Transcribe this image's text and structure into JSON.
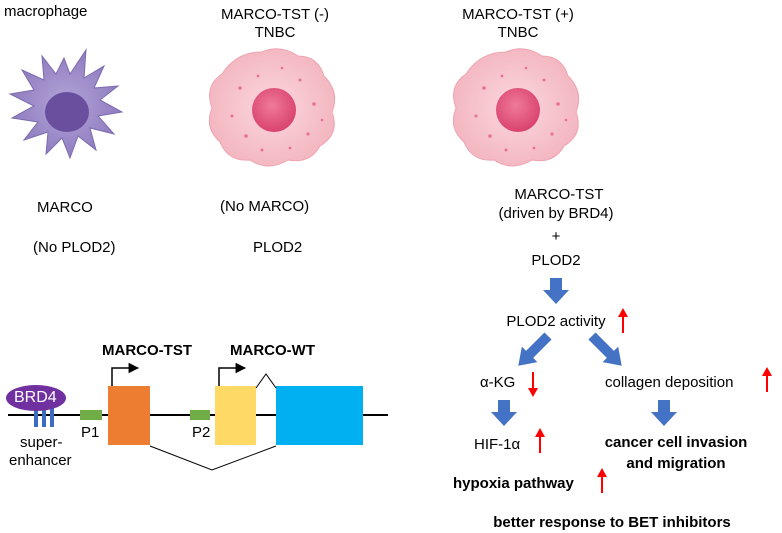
{
  "cells": {
    "macrophage": {
      "title": "macrophage"
    },
    "negative": {
      "title_line1": "MARCO-TST (-)",
      "title_line2": "TNBC"
    },
    "positive": {
      "title_line1": "MARCO-TST (+)",
      "title_line2": "TNBC"
    }
  },
  "labels": {
    "marco": "MARCO",
    "no_plod2": "(No PLOD2)",
    "no_marco": "(No MARCO)",
    "plod2": "PLOD2"
  },
  "pathway": {
    "tst_line1": "MARCO-TST",
    "tst_line2": "(driven by BRD4)",
    "plus": "+",
    "plod2": "PLOD2",
    "plod2_activity": "PLOD2 activity",
    "akg": "α-KG",
    "collagen": "collagen deposition",
    "hif": "HIF-1α",
    "invasion_line1": "cancer cell invasion",
    "invasion_line2": "and migration",
    "hypoxia": "hypoxia pathway",
    "bet": "better response to BET inhibitors"
  },
  "gene": {
    "brd4": "BRD4",
    "super_line1": "super-",
    "super_line2": "enhancer",
    "p1": "P1",
    "p2": "P2",
    "marco_tst": "MARCO-TST",
    "marco_wt": "MARCO-WT"
  },
  "colors": {
    "macrophage": "#9a88c6",
    "macrophage_nucleus": "#6a4f9e",
    "tumor_cell": "#f6c4cc",
    "tumor_nucleus": "#e2577e",
    "pathway_arrow": "#4472c4",
    "up_arrow": "#ff0000",
    "brd4": "#7030a0",
    "promoter": "#70ad47",
    "exon_tst": "#ed7d31",
    "exon_wt": "#ffd966",
    "exon_shared": "#00b0f0"
  }
}
